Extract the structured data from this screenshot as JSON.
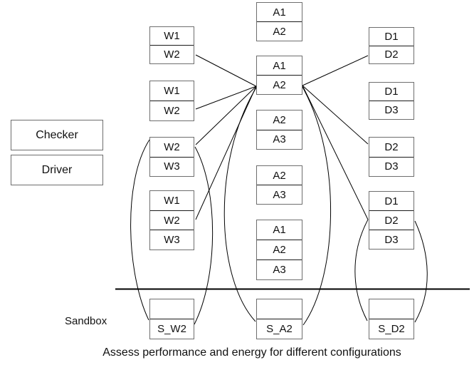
{
  "legend": {
    "checker_label": "Checker",
    "driver_label": "Driver"
  },
  "sandbox": {
    "label": "Sandbox"
  },
  "caption": "Assess performance and energy for different configurations",
  "columns": {
    "w": [
      {
        "cells": [
          "W1",
          "W2"
        ]
      },
      {
        "cells": [
          "W1",
          "W2"
        ]
      },
      {
        "cells": [
          "W2",
          "W3"
        ]
      },
      {
        "cells": [
          "W1",
          "W2",
          "W3"
        ]
      }
    ],
    "a": [
      {
        "cells": [
          "A1",
          "A2"
        ]
      },
      {
        "cells": [
          "A1",
          "A2"
        ]
      },
      {
        "cells": [
          "A2",
          "A3"
        ]
      },
      {
        "cells": [
          "A2",
          "A3"
        ]
      },
      {
        "cells": [
          "A1",
          "A2",
          "A3"
        ]
      }
    ],
    "d": [
      {
        "cells": [
          "D1",
          "D2"
        ]
      },
      {
        "cells": [
          "D1",
          "D3"
        ]
      },
      {
        "cells": [
          "D2",
          "D3"
        ]
      },
      {
        "cells": [
          "D1",
          "D2",
          "D3"
        ]
      }
    ],
    "sandbox_row": [
      {
        "cells": [
          "",
          "S_W2"
        ]
      },
      {
        "cells": [
          "",
          "S_A2"
        ]
      },
      {
        "cells": [
          "",
          "S_D2"
        ]
      }
    ]
  },
  "colors": {
    "connector": "#000000",
    "box_border": "#6e6e6e",
    "text": "#111111",
    "background": "#ffffff"
  }
}
